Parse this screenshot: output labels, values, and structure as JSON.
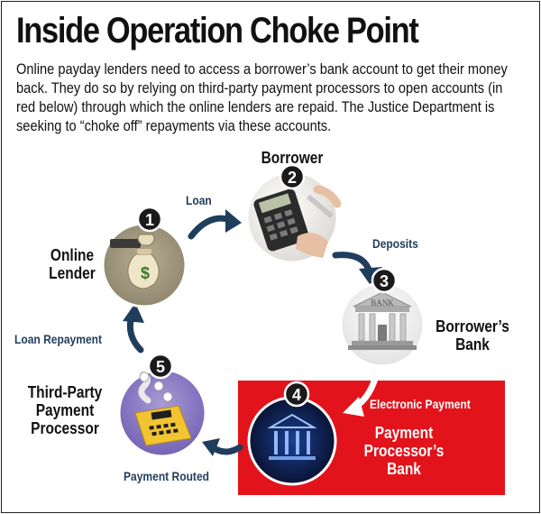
{
  "title": "Inside Operation Choke Point",
  "intro": "Online payday lenders need to access a borrower’s bank account to get their money back. They do so by relying on third-party payment processors to open accounts (in red below) through which the online lenders are repaid. The Justice Department is seeking to “choke off” repayments via these accounts.",
  "nodes": [
    {
      "num": "1",
      "label_line1": "Online",
      "label_line2": "Lender"
    },
    {
      "num": "2",
      "label_line1": "Borrower"
    },
    {
      "num": "3",
      "label_line1": "Borrower’s",
      "label_line2": "Bank",
      "sign": "BANK"
    },
    {
      "num": "4",
      "label_line1": "Payment",
      "label_line2": "Processor’s",
      "label_line3": "Bank"
    },
    {
      "num": "5",
      "label_line1": "Third-Party",
      "label_line2": "Payment",
      "label_line3": "Processor"
    }
  ],
  "flows": {
    "loan": "Loan",
    "deposits": "Deposits",
    "electronic_payment": "Electronic Payment",
    "payment_routed": "Payment Routed",
    "loan_repayment": "Loan Repayment"
  },
  "colors": {
    "arrow": "#1f3d5c",
    "highlight_red": "#e3131b",
    "badge": "#1a1a1a"
  },
  "icons": [
    "money-bag-icon",
    "calculator-icon",
    "bank-building-icon",
    "digital-bank-icon",
    "payment-terminal-icon"
  ]
}
